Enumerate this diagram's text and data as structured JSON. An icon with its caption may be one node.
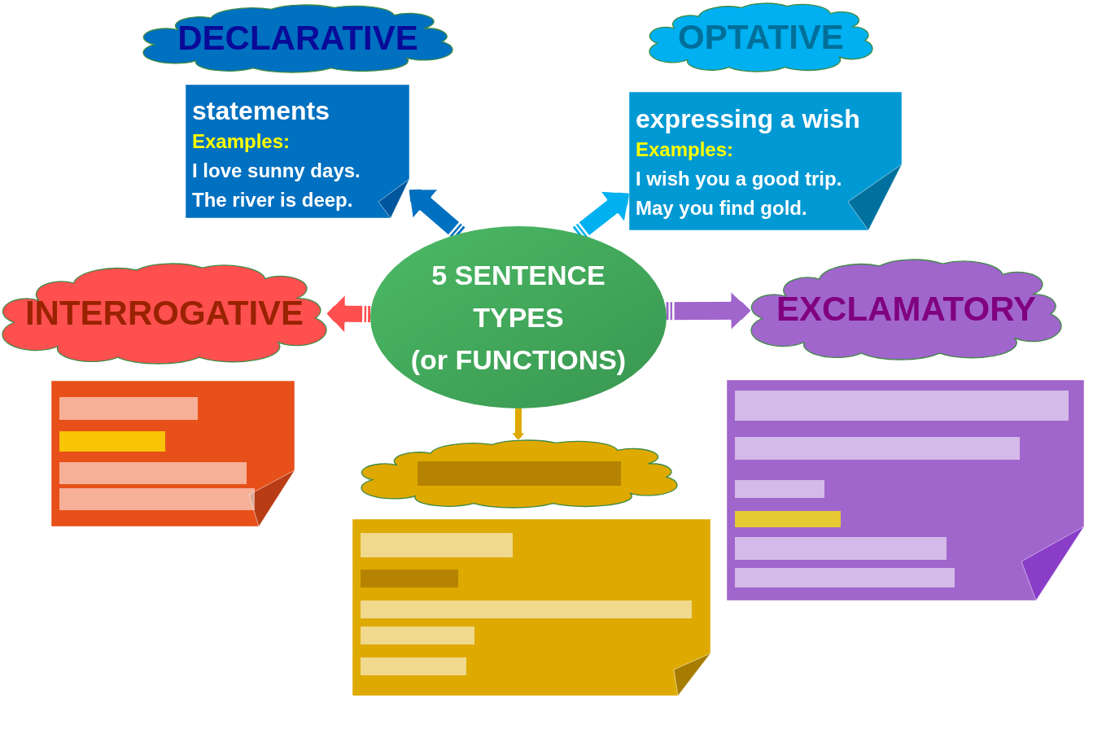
{
  "diagram": {
    "nodes": [
      {
        "text": [
          "DECLARATIVE"
        ]
      },
      {
        "text": [
          "OPTATIVE"
        ]
      },
      {
        "text": [
          "statements",
          "Examples:",
          "I love sunny days.",
          "The river is deep."
        ]
      },
      {
        "text": [
          "expressing a wish",
          "Examples:",
          "I wish you a good trip.",
          "May you find gold."
        ]
      },
      {
        "text": [
          "INTERROGATIVE"
        ]
      },
      {
        "text": [
          "5 SENTENCE TYPES (or FUNCTIONS)"
        ]
      },
      {
        "text": [
          "EXCLAMATORY"
        ]
      },
      {
        "text": [],
        "shape": "box"
      },
      {
        "text": [],
        "shape": "box"
      },
      {
        "text": [],
        "shape": "cloud"
      },
      {
        "text": [],
        "shape": "box"
      }
    ],
    "edges": [
      {
        "from": 5,
        "to": 2,
        "arrow": "to",
        "color": "#0070c0"
      },
      {
        "from": 5,
        "to": 3,
        "arrow": "to",
        "color": "#00b0f0"
      },
      {
        "from": 5,
        "to": 4,
        "arrow": "to",
        "color": "#ff5050"
      },
      {
        "from": 5,
        "to": 6,
        "arrow": "to",
        "color": "#a066cc"
      },
      {
        "from": 5,
        "to": 9,
        "arrow": "to",
        "color": "#dea900"
      }
    ]
  }
}
